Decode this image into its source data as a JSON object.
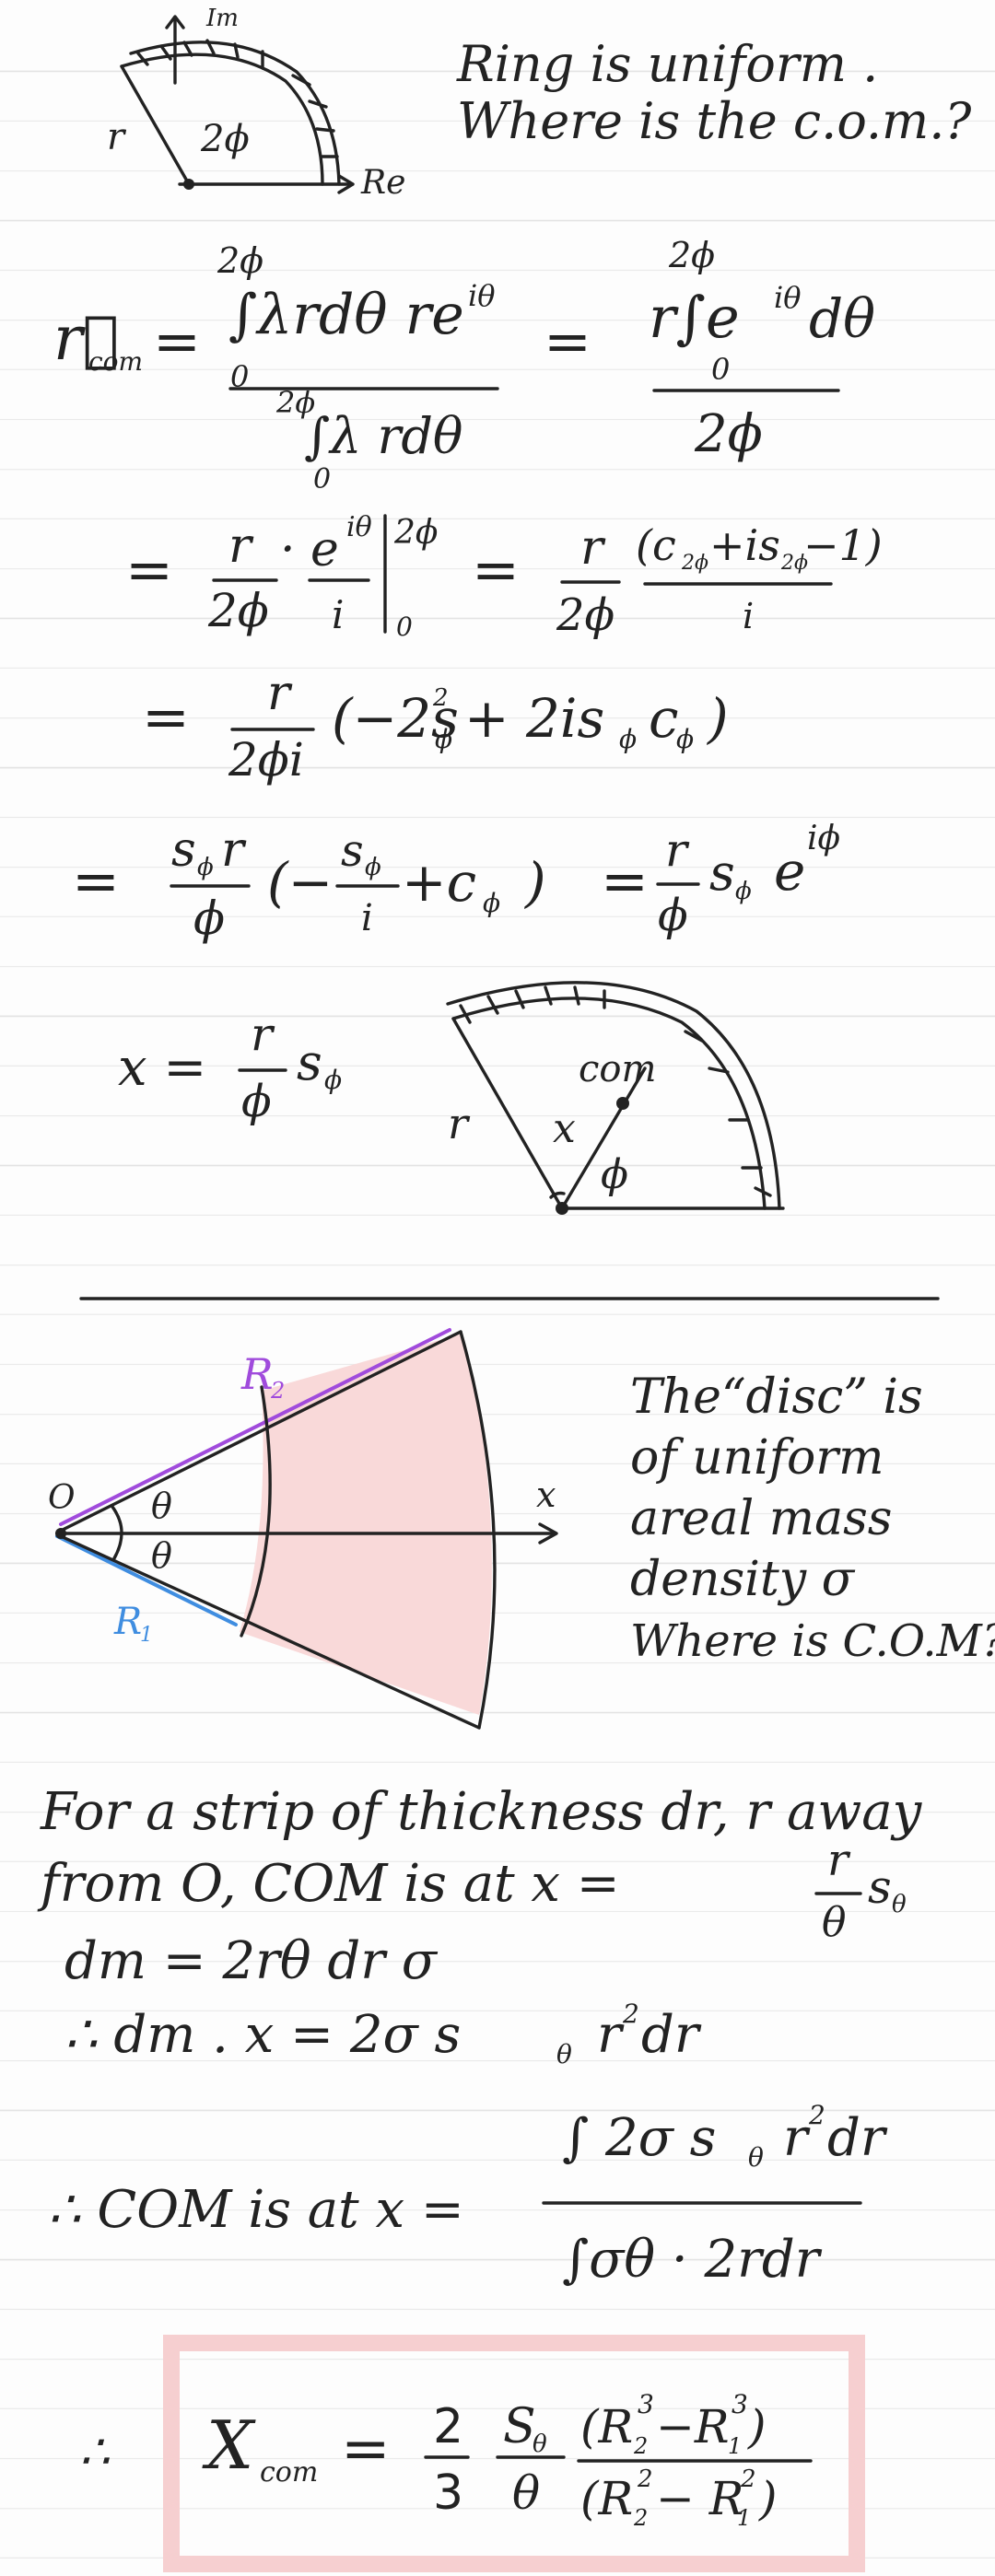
{
  "section1": {
    "axis_im": "Im",
    "axis_re": "Re",
    "label_r": "r",
    "label_angle": "2ϕ",
    "question_line1": "Ring is uniform .",
    "question_line2": "Where is the c.o.m.?"
  },
  "derivation": {
    "lhs": "r⃗",
    "lhs_sub": "com",
    "equals": "=",
    "int1_upper": "2ϕ",
    "int1_lower": "0",
    "int1_num": "∫λrdθ re",
    "int1_num_exp": "iθ",
    "int1_den_upper": "2ϕ",
    "int1_den_lower": "0",
    "int1_den": "∫λ rdθ",
    "int2_upper": "2ϕ",
    "int2_lower": "0",
    "int2_num": "r∫e",
    "int2_num_exp": "iθ",
    "int2_num_tail": "dθ",
    "int2_den": "2ϕ",
    "line2_frac_num": "r",
    "line2_frac_den": "2ϕ",
    "line2_mid": "· e",
    "line2_mid_exp": "iθ",
    "line2_mid_den": "i",
    "line2_eval_upper": "2ϕ",
    "line2_eval_lower": "0",
    "line2_right_num": "r",
    "line2_right_den": "2ϕ",
    "line2_right_paren": "(c",
    "line2_right_paren_sub1": "2ϕ",
    "line2_right_paren_mid": "+is",
    "line2_right_paren_sub2": "2ϕ",
    "line2_right_paren_end": "−1)",
    "line2_right_den2": "i",
    "line3_num": "r",
    "line3_den": "2ϕi",
    "line3_body": "(−2s",
    "line3_body_sup": "2",
    "line3_body_sub": "ϕ",
    "line3_body_rest": "+ 2is",
    "line3_body_sub2": "ϕ",
    "line3_body_c": "c",
    "line3_body_sub3": "ϕ",
    "line3_body_end": ")",
    "line4_num": "s",
    "line4_num_sub": "ϕ",
    "line4_num_tail": "r",
    "line4_den": "ϕ",
    "line4_body": "(−",
    "line4_inner_num": "s",
    "line4_inner_num_sub": "ϕ",
    "line4_inner_den": "i",
    "line4_body_rest": "+c",
    "line4_body_rest_sub": "ϕ",
    "line4_body_end": ")",
    "line4_right_num": "r",
    "line4_right_den": "ϕ",
    "line4_right_s": "s",
    "line4_right_s_sub": "ϕ",
    "line4_right_e": "e",
    "line4_right_exp": "iϕ",
    "x_result_lhs": "x =",
    "x_result_num": "r",
    "x_result_den": "ϕ",
    "x_result_s": "s",
    "x_result_sub": "ϕ"
  },
  "section2_diagram": {
    "label_r": "r",
    "label_com": "com",
    "label_x": "x",
    "label_phi": "ϕ"
  },
  "section3": {
    "label_R2": "R",
    "label_R2_sub": "2",
    "label_R1": "R",
    "label_R1_sub": "1",
    "label_O": "O",
    "label_theta_top": "θ",
    "label_theta_bot": "θ",
    "label_x": "x",
    "colors": {
      "R2": "#a04bdc",
      "R1": "#3f8de0",
      "fill": "#f9d9d9"
    },
    "desc_line1": "The“disc” is",
    "desc_line2": "of uniform",
    "desc_line3": "areal mass",
    "desc_line4": "density σ",
    "desc_line5": "Where is C.O.M?"
  },
  "section4": {
    "line1": "For a strip of thickness dr, r away",
    "line2_pre": "from O, COM is at  x =",
    "line2_num": "r",
    "line2_den": "θ",
    "line2_s": "s",
    "line2_s_sub": "θ",
    "line3": "dm  =  2rθ dr σ",
    "line4_pre": "∴ dm . x  =  2σ s",
    "line4_sub": "θ",
    "line4_rest": "r",
    "line4_sup": "2",
    "line4_end": "dr",
    "line5_pre": "∴ COM is at  x  =",
    "line5_num": "∫ 2σ s",
    "line5_num_sub": "θ",
    "line5_num_rest": "r",
    "line5_num_sup": "2",
    "line5_num_end": "dr",
    "line5_den": "∫σθ · 2rdr"
  },
  "final": {
    "therefore": "∴",
    "lhs": "X",
    "lhs_sub": "com",
    "eq": "=",
    "c_num": "2",
    "c_den": "3",
    "s_num": "S",
    "s_num_sub": "θ",
    "s_den": "θ",
    "frac_num_open": "(R",
    "frac_num_sub1": "2",
    "frac_num_sup1": "3",
    "frac_num_mid": "−R",
    "frac_num_sub2": "1",
    "frac_num_sup2": "3",
    "frac_num_close": ")",
    "frac_den_open": "(R",
    "frac_den_sub1": "2",
    "frac_den_sup1": "2",
    "frac_den_mid": "− R",
    "frac_den_sub2": "1",
    "frac_den_sup2": "2",
    "frac_den_close": ")",
    "box_color": "#f6cfd0"
  }
}
